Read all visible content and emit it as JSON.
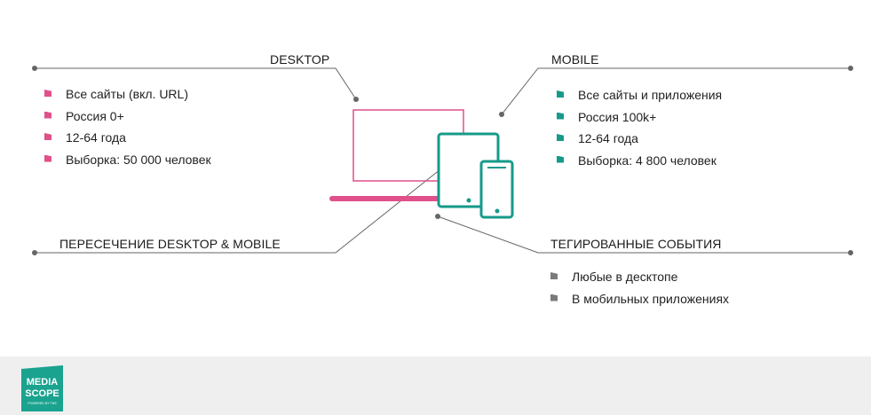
{
  "desktop": {
    "title": "DESKTOP",
    "items": [
      "Все сайты (вкл. URL)",
      "Россия 0+",
      "12-64 года",
      "Выборка: 50 000 человек"
    ]
  },
  "mobile": {
    "title": "MOBILE",
    "items": [
      "Все сайты и приложения",
      "Россия 100k+",
      "12-64 года",
      "Выборка: 4 800 человек"
    ]
  },
  "intersection": {
    "title": "ПЕРЕСЕЧЕНИЕ DESKTOP & MOBILE"
  },
  "tagged": {
    "title": "ТЕГИРОВАННЫЕ СОБЫТИЯ",
    "items": [
      "Любые в десктопе",
      "В мобильных приложениях"
    ]
  },
  "logo": {
    "line1": "MEDIA",
    "line2": "SCOPE",
    "tagline": "POWERED BY TNS"
  },
  "colors": {
    "desktop_accent": "#e0508a",
    "mobile_accent": "#169a8a",
    "tagged_accent": "#7a7a7a",
    "line": "#666666",
    "footer_bg": "#efefef",
    "logo_bg": "#1aa38f"
  },
  "icons": [
    "laptop-icon",
    "tablet-icon",
    "smartphone-icon"
  ]
}
